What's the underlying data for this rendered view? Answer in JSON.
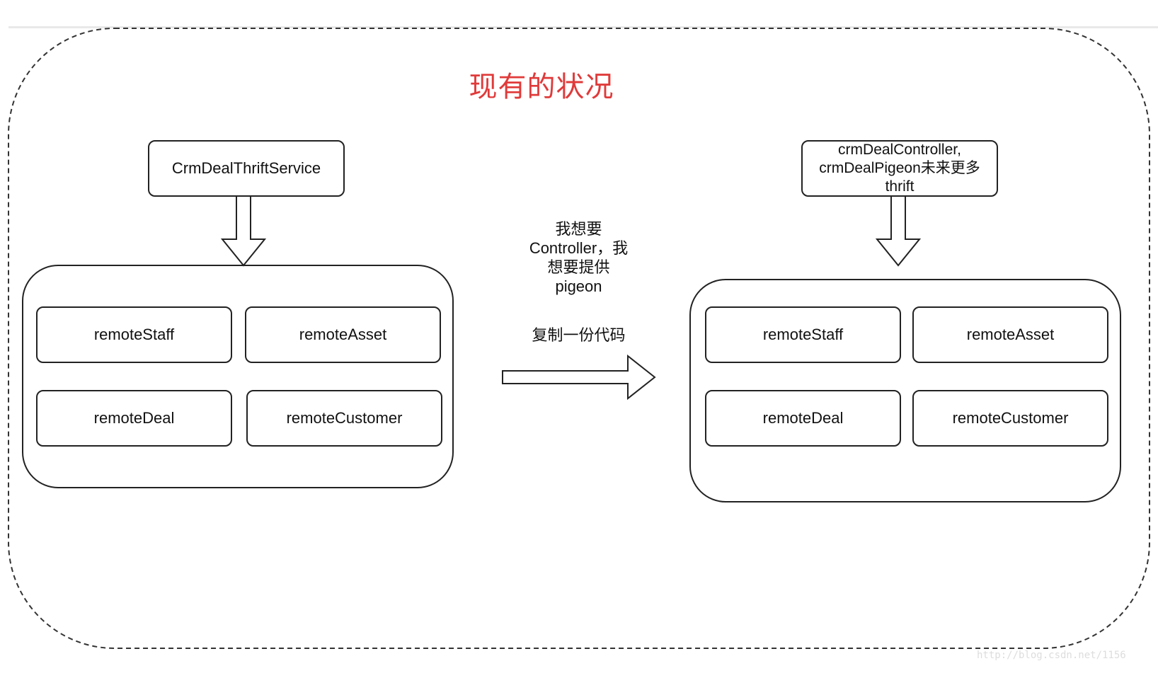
{
  "title": "现有的状况",
  "left": {
    "service_label": "CrmDealThriftService",
    "modules": [
      "remoteStaff",
      "remoteAsset",
      "remoteDeal",
      "remoteCustomer"
    ]
  },
  "middle": {
    "lines": [
      "我想要",
      "Controller，我",
      "想要提供",
      "pigeon"
    ],
    "action": "复制一份代码"
  },
  "right": {
    "service_lines": [
      "crmDealController,",
      "crmDealPigeon未来更多",
      "thrift"
    ],
    "modules": [
      "remoteStaff",
      "remoteAsset",
      "remoteDeal",
      "remoteCustomer"
    ]
  },
  "watermark": "http://blog.csdn.net/1156",
  "colors": {
    "title": "#e03a3a",
    "stroke": "#222222"
  }
}
